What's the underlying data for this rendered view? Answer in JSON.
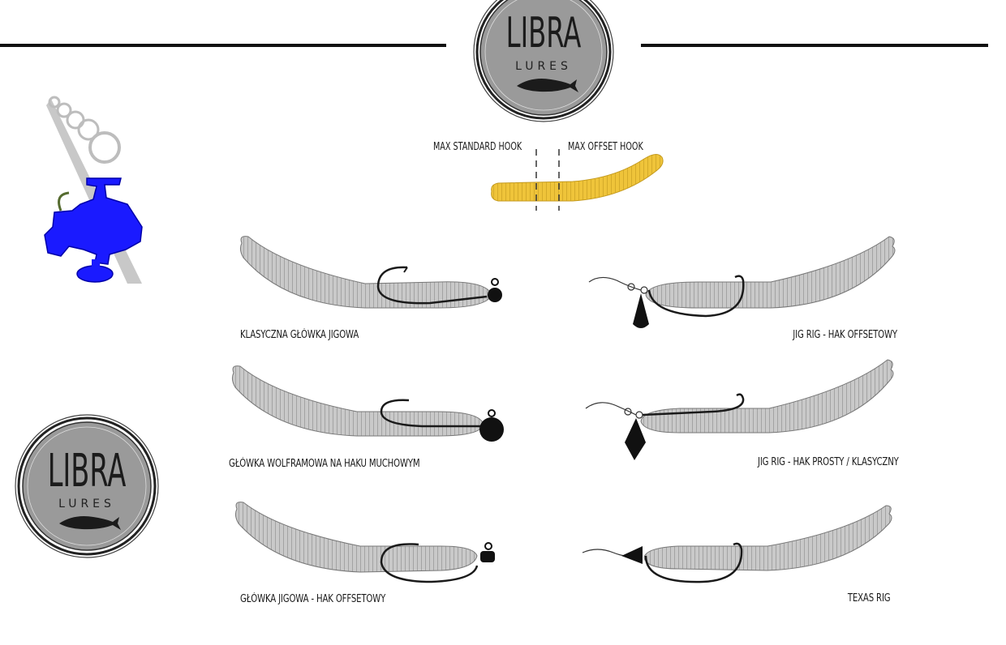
{
  "header": {
    "logo_title": "LIBRA",
    "logo_subtitle": "LURES"
  },
  "hook_limits": {
    "standard_label": "MAX STANDARD HOOK",
    "offset_label": "MAX OFFSET HOOK"
  },
  "rigs": [
    {
      "label": "KLASYCZNA GŁÓWKA JIGOWA"
    },
    {
      "label": "JIG RIG - HAK OFFSETOWY"
    },
    {
      "label": "GŁÓWKA WOLFRAMOWA NA HAKU MUCHOWYM"
    },
    {
      "label": "JIG RIG - HAK PROSTY / KLASYCZNY"
    },
    {
      "label": "GŁÓWKA JIGOWA - HAK OFFSETOWY"
    },
    {
      "label": "TEXAS RIG"
    }
  ],
  "side_logo": {
    "title": "LIBRA",
    "subtitle": "LURES"
  },
  "colors": {
    "worm_gray": "#c9c9c9",
    "worm_yellow": "#efc43a",
    "reel_blue": "#1a1aff",
    "logo_gray": "#9a9a9a"
  }
}
